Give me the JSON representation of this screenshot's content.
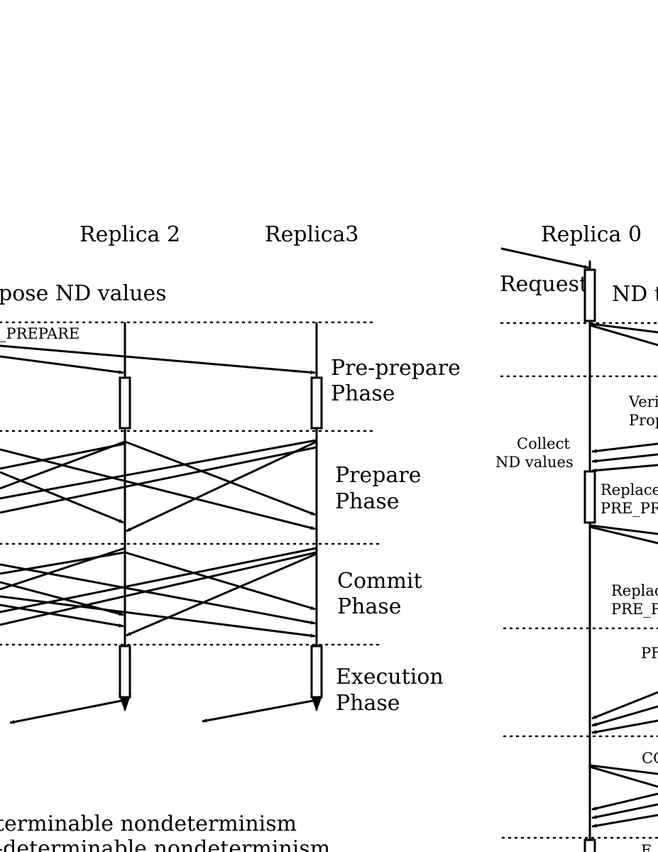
{
  "left": {
    "replica2": "Replica 2",
    "replica3": "Replica3",
    "propose_text": "pose ND values",
    "preprepare_msg": "_PREPARE",
    "phases": {
      "pre_prepare_1": "Pre-prepare",
      "pre_prepare_2": "Phase",
      "prepare_1": "Prepare",
      "prepare_2": "Phase",
      "commit_1": "Commit",
      "commit_2": "Phase",
      "execution_1": "Execution",
      "execution_2": "Phase"
    },
    "caption_1": "terminable nondeterminism",
    "caption_2": "-determinable nondeterminism"
  },
  "right": {
    "replica0": "Replica 0",
    "request": "Request",
    "nd_t": "ND t",
    "veri": "Veri",
    "prop": "Prop",
    "collect_1": "Collect",
    "collect_2": "ND values",
    "replace_a_1": "Replace",
    "replace_a_2": "PRE_PR",
    "replace_b_1": "Replac",
    "replace_b_2": "PRE_P",
    "pr": "PF",
    "co": "CO",
    "e": "E"
  }
}
